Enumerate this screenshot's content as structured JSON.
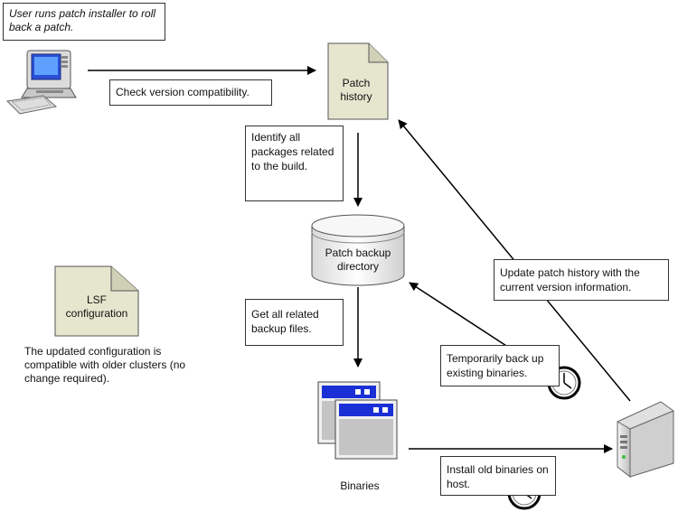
{
  "notes": {
    "user_runs": "User runs patch installer to roll back a patch.",
    "check_version": "Check version compatibility.",
    "identify_packages": "Identify all packages related to the build.",
    "get_backup": "Get all related backup files.",
    "update_history": "Update patch history with the current version information.",
    "temp_backup": "Temporarily back up existing binaries.",
    "install_old": "Install old binaries on host.",
    "lsf_compat": "The updated configuration is compatible with older clusters (no change required)."
  },
  "nodes": {
    "patch_history": "Patch history",
    "patch_backup": "Patch backup directory",
    "lsf_config": "LSF configuration",
    "binaries": "Binaries"
  },
  "colors": {
    "doc_fill": "#e6e6cf",
    "window_title": "#1a2fd6",
    "cylinder_fill": "#f2f2f2",
    "arrow": "#000000"
  },
  "icons": [
    "computer-icon",
    "server-icon",
    "clock-icon",
    "window-icon",
    "document-icon",
    "database-icon"
  ]
}
